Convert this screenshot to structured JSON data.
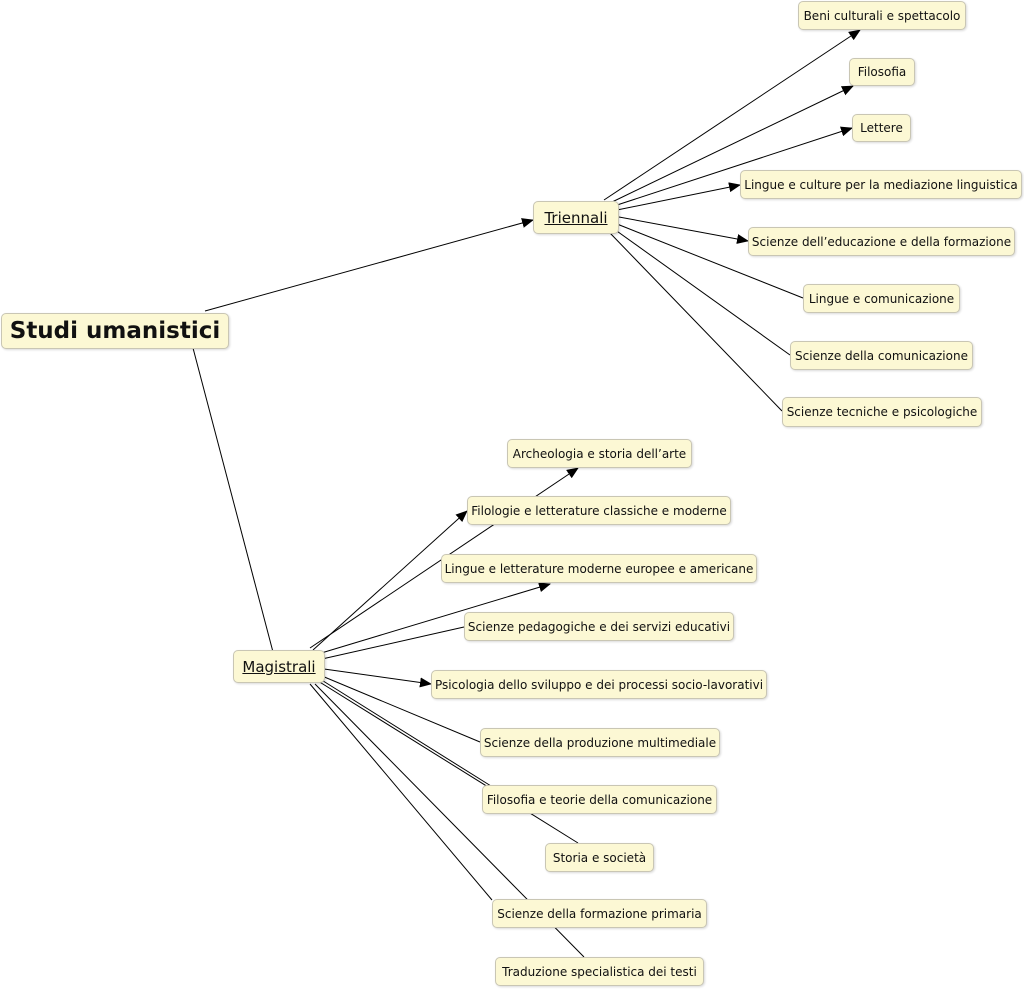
{
  "root": {
    "label": "Studi umanistici"
  },
  "triennali": {
    "label": "Triennali",
    "courses": [
      "Beni culturali e spettacolo",
      "Filosofia",
      "Lettere",
      "Lingue e culture per la mediazione linguistica",
      "Scienze dell’educazione e della formazione",
      "Lingue e comunicazione",
      "Scienze della comunicazione",
      "Scienze tecniche e psicologiche"
    ]
  },
  "magistrali": {
    "label": "Magistrali",
    "courses": [
      "Archeologia e storia dell’arte",
      "Filologie e letterature classiche e moderne",
      "Lingue e letterature moderne europee e americane",
      "Scienze pedagogiche e dei servizi educativi",
      "Psicologia dello sviluppo e dei processi socio-lavorativi",
      "Scienze della produzione multimediale",
      "Filosofia e teorie della comunicazione",
      "Storia e società",
      "Scienze della formazione primaria",
      "Traduzione specialistica dei testi"
    ]
  }
}
